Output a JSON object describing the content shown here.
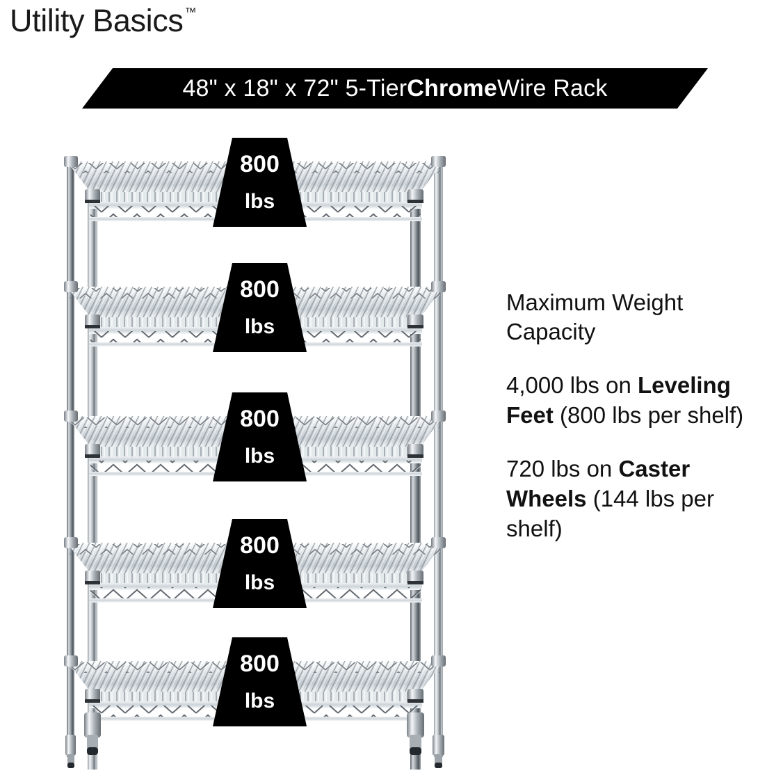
{
  "brand": {
    "name": "Utility Basics",
    "trademark": "™"
  },
  "banner": {
    "dimensions": "48\" x 18\" x 72\" 5-Tier ",
    "emphasis": "Chrome",
    "suffix": " Wire Rack",
    "full_text": "48\" x 18\" x 72\" 5-Tier Chrome Wire Rack",
    "background_color": "#000000",
    "text_color": "#ffffff"
  },
  "rack": {
    "tier_count": 5,
    "shelf_labels": [
      {
        "amount": "800",
        "unit": "lbs"
      },
      {
        "amount": "800",
        "unit": "lbs"
      },
      {
        "amount": "800",
        "unit": "lbs"
      },
      {
        "amount": "800",
        "unit": "lbs"
      },
      {
        "amount": "800",
        "unit": "lbs"
      }
    ],
    "label_background_color": "#000000",
    "label_text_color": "#ffffff",
    "chrome_color": "#c9ced3"
  },
  "capacity": {
    "heading_line1": "Maximum Weight",
    "heading_line2": "Capacity",
    "leveling": {
      "total": "4,000 lbs on ",
      "emphasis": "Leveling Feet",
      "detail": " (800 lbs per shelf)"
    },
    "caster": {
      "total": "720 lbs on ",
      "emphasis": "Caster Wheels",
      "detail": " (144 lbs per shelf)"
    }
  }
}
